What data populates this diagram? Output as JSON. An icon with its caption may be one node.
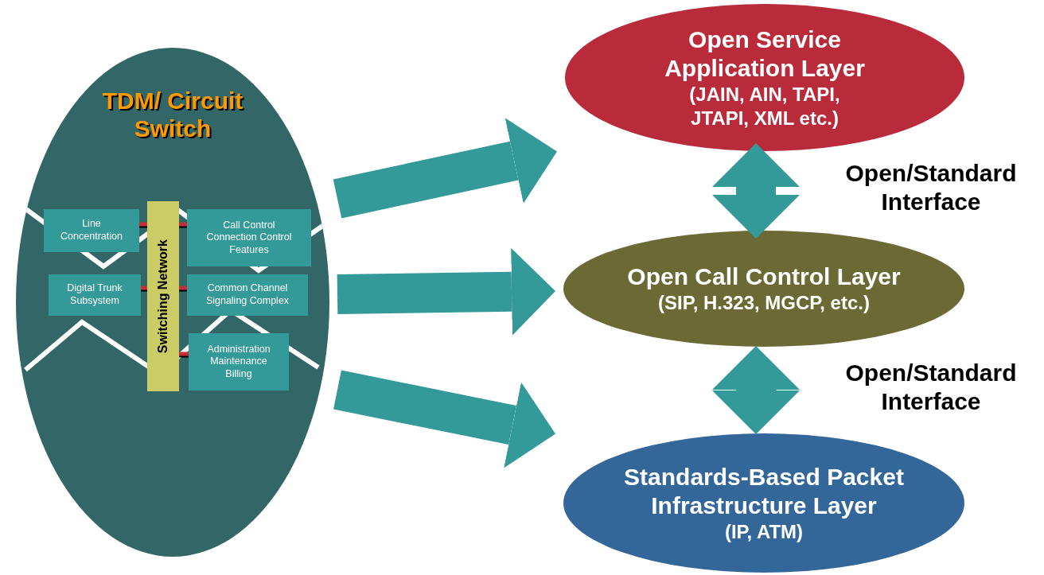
{
  "diagram": {
    "nodes": [
      {
        "text": [
          "TDM/ Circuit Switch"
        ]
      },
      {
        "text": [
          "Line Concentration"
        ],
        "in": 0
      },
      {
        "text": [
          "Switching Network"
        ],
        "in": 0
      },
      {
        "text": [
          "Call Control Connection Control Features"
        ],
        "in": 0
      },
      {
        "text": [
          "Digital Trunk Subsystem"
        ],
        "in": 0
      },
      {
        "text": [
          "Common Channel Signaling Complex"
        ],
        "in": 0
      },
      {
        "text": [
          "Administration Maintenance Billing"
        ],
        "in": 0
      },
      {
        "text": [
          "Open Service Application Layer",
          "(JAIN, AIN, TAPI, JTAPI, XML etc.)"
        ]
      },
      {
        "text": [
          "Open Call Control Layer",
          "(SIP, H.323, MGCP, etc.)"
        ]
      },
      {
        "text": [
          "Standards-Based Packet Infrastructure Layer",
          "(IP, ATM)"
        ]
      }
    ],
    "edges": [
      {
        "from": 1,
        "to": 2,
        "arrow": "none"
      },
      {
        "from": 3,
        "to": 2,
        "arrow": "none"
      },
      {
        "from": 4,
        "to": 2,
        "arrow": "none"
      },
      {
        "from": 5,
        "to": 2,
        "arrow": "none"
      },
      {
        "from": 6,
        "to": 2,
        "arrow": "none"
      },
      {
        "from": 0,
        "to": 7,
        "arrow": "to",
        "style": "thick",
        "color": "#339999"
      },
      {
        "from": 0,
        "to": 8,
        "arrow": "to",
        "style": "thick",
        "color": "#339999"
      },
      {
        "from": 0,
        "to": 9,
        "arrow": "to",
        "style": "thick",
        "color": "#339999"
      },
      {
        "from": 7,
        "to": 8,
        "arrow": "both",
        "style": "thick",
        "color": "#339999",
        "label": "Open/Standard Interface"
      },
      {
        "from": 8,
        "to": 9,
        "arrow": "both",
        "style": "thick",
        "color": "#339999",
        "label": "Open/Standard Interface"
      }
    ]
  }
}
